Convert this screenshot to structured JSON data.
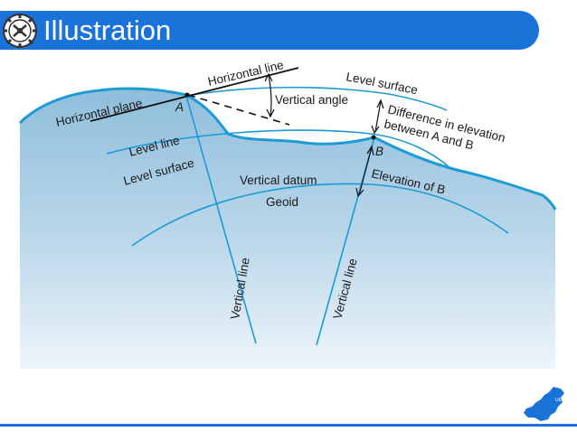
{
  "slide": {
    "title": "Illustration"
  },
  "labels": {
    "horizontal_line": "Horizontal line",
    "level_surface_top": "Level surface",
    "horizontal_plane": "Horizontal plane",
    "point_a": "A",
    "vertical_angle": "Vertical angle",
    "difference_line1": "Difference in elevation",
    "difference_line2": "between A and B",
    "level_line": "Level line",
    "level_surface_left": "Level surface",
    "point_b": "B",
    "vertical_datum": "Vertical datum",
    "elevation_of_b": "Elevation of B",
    "geoid": "Geoid",
    "vertical_line_left": "Vertical line",
    "vertical_line_right": "Vertical line"
  },
  "map_badge": {
    "text": "UET"
  },
  "colors": {
    "header_blue": "#1a73d9",
    "terrain_outline": "#1e9ad6",
    "ground_top": "#8fbedb",
    "ground_bottom": "#e9f2f8",
    "map_green": "#1f8a3a"
  }
}
